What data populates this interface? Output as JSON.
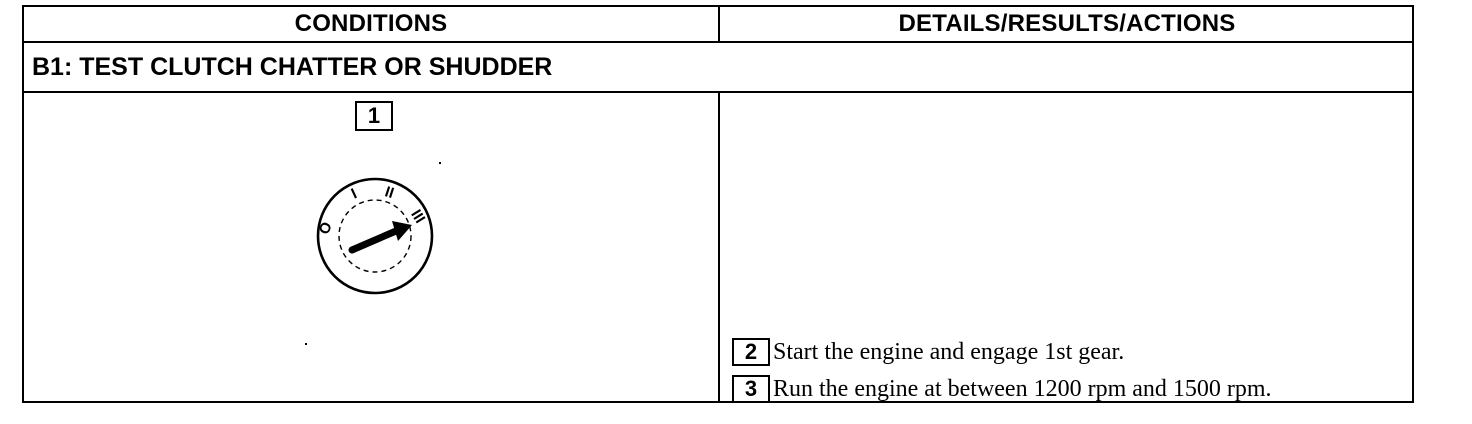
{
  "table": {
    "headers": {
      "conditions": "CONDITIONS",
      "details": "DETAILS/RESULTS/ACTIONS"
    },
    "section_title": "B1: TEST CLUTCH CHATTER OR SHUDDER"
  },
  "conditions": {
    "step_number": "1",
    "ignition_icon": "ignition-switch-icon",
    "ignition_positions": [
      "O",
      "I",
      "II",
      "III"
    ]
  },
  "details": {
    "steps": [
      {
        "number": "2",
        "text": "Start the engine and engage 1st gear."
      },
      {
        "number": "3",
        "text": "Run the engine at between 1200 rpm and 1500 rpm."
      }
    ]
  }
}
